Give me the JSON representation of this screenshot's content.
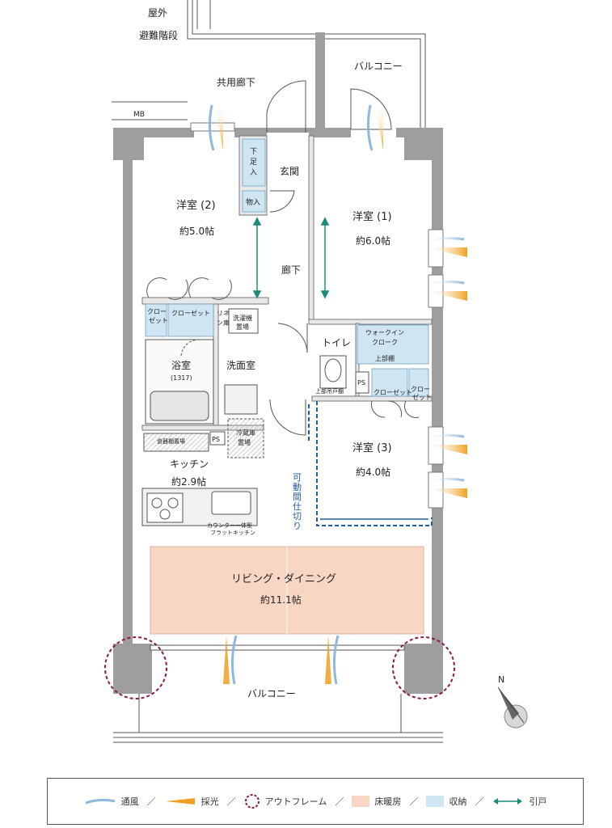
{
  "labels": {
    "outdoor_stair": [
      "屋外",
      "避難階段"
    ],
    "balcony_top": "バルコニー",
    "shared_corridor": "共用廊下",
    "mb": "MB",
    "genkan": "玄関",
    "shoe_box": [
      "下",
      "足",
      "入"
    ],
    "storage": "物入",
    "hallway": "廊下",
    "room2_name": "洋室 (2)",
    "room2_size": "約5.0帖",
    "room1_name": "洋室 (1)",
    "room1_size": "約6.0帖",
    "closet_small": [
      "クロー",
      "ゼット"
    ],
    "closet": "クローゼット",
    "linen": [
      "リネ",
      "ン庫"
    ],
    "washer": [
      "洗濯機",
      "置場"
    ],
    "toilet": "トイレ",
    "wic": [
      "ウォークイン",
      "クローク"
    ],
    "upper_shelf": "上部棚",
    "bath_name": "浴室",
    "bath_size": "(1317)",
    "washroom": "洗面室",
    "ps": "PS",
    "upper_shelf2": "上部吊戸棚",
    "closet2": "クローゼット",
    "closet3": [
      "クロー",
      "ゼット"
    ],
    "dish_storage": "食器棚置場",
    "fridge": [
      "冷蔵庫",
      "置場"
    ],
    "kitchen_name": "キッチン",
    "kitchen_size": "約2.9帖",
    "movable_partition": [
      "可",
      "動",
      "間",
      "仕",
      "切",
      "り"
    ],
    "room3_name": "洋室 (3)",
    "room3_size": "約4.0帖",
    "counter_kitchen": [
      "カウンター一体型",
      "フラットキッチン"
    ],
    "living_name": "リビング・ダイニング",
    "living_size": "約11.1帖",
    "balcony_bottom": "バルコニー",
    "north": "N"
  },
  "legend": [
    {
      "icon": "ventilation-icon",
      "label": "通風"
    },
    {
      "icon": "daylight-icon",
      "label": "採光"
    },
    {
      "icon": "outframe-icon",
      "label": "アウトフレーム"
    },
    {
      "icon": "floor-heating-icon",
      "label": "床暖房"
    },
    {
      "icon": "storage-icon",
      "label": "収納"
    },
    {
      "icon": "sliding-door-icon",
      "label": "引戸"
    }
  ],
  "colors": {
    "wall": "#9e9e9e",
    "storage": "#cfe6f2",
    "floor_heating": "#f8d6c4",
    "outframe": "#8a1a4a",
    "partition": "#1f5aa0",
    "sliding": "#1a8a7a",
    "light": "#f0a020",
    "wind": "#8fb8e0"
  }
}
